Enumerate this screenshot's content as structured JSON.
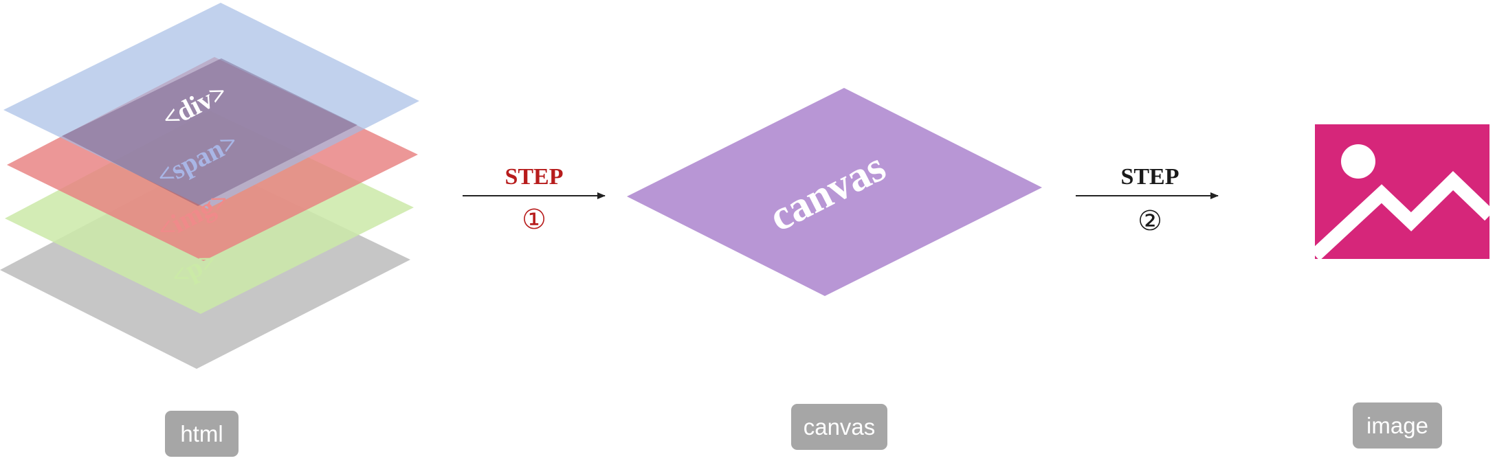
{
  "html_stack": {
    "layers": [
      {
        "tag": "<div>",
        "color": "#a3bbe5",
        "label_color": "#ffffff"
      },
      {
        "tag": "<span>",
        "color": "#e88080",
        "label_color": "#a9b6e6"
      },
      {
        "tag": "<img>",
        "color": "#cbe9a8",
        "label_color": "#f08a8a"
      },
      {
        "tag": "<p>",
        "color": "#c6c6c6",
        "label_color": "#cbeaa7"
      }
    ]
  },
  "step1": {
    "label": "STEP",
    "number": "①",
    "color": "#b71c1c"
  },
  "canvas_plane": {
    "label": "canvas",
    "color": "#b896d5"
  },
  "step2": {
    "label": "STEP",
    "number": "②",
    "color": "#1a1a1a"
  },
  "image_icon": {
    "color": "#d6267a"
  },
  "pills": {
    "html": "html",
    "canvas": "canvas",
    "image": "image"
  }
}
